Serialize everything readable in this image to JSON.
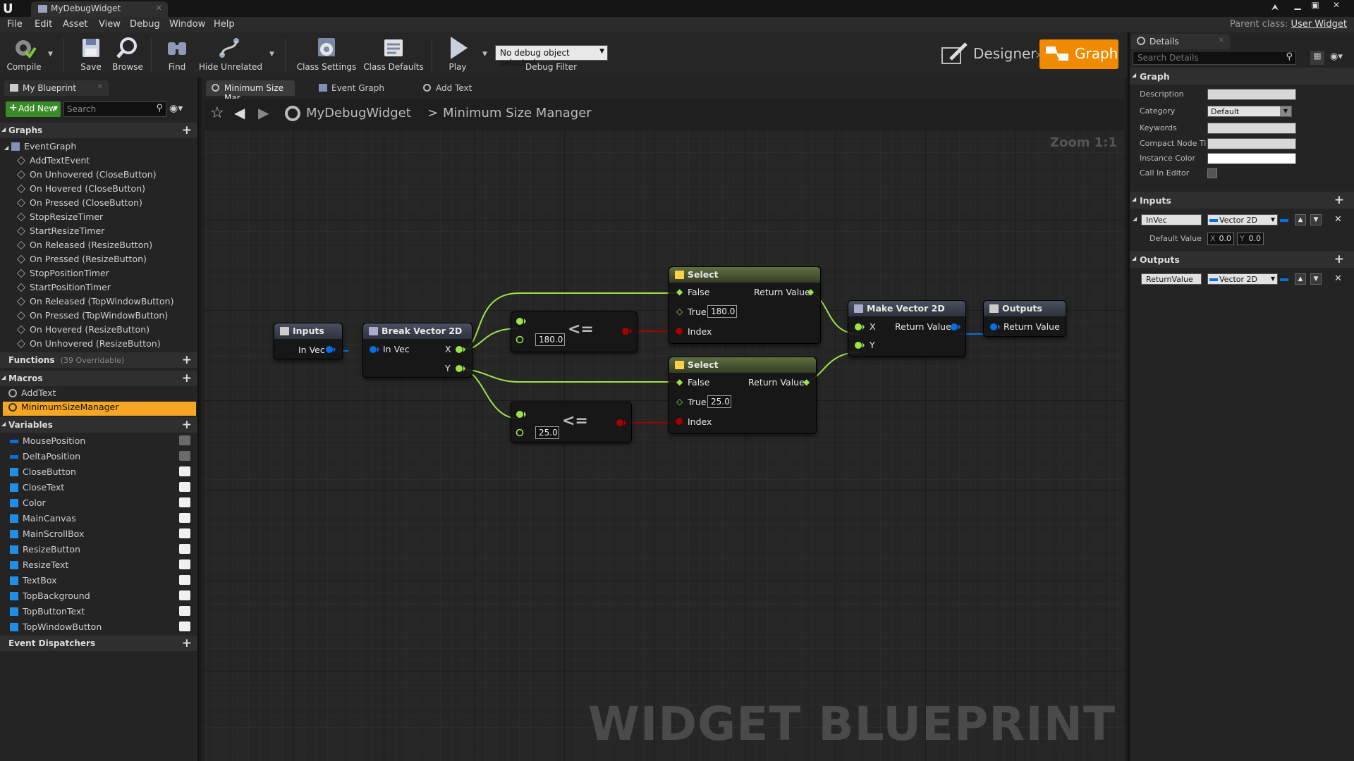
{
  "window": {
    "tab_title": "MyDebugWidget",
    "parent_class_label": "Parent class:",
    "parent_class_value": "User Widget"
  },
  "menu": [
    "File",
    "Edit",
    "Asset",
    "View",
    "Debug",
    "Window",
    "Help"
  ],
  "toolbar": {
    "compile": "Compile",
    "save": "Save",
    "browse": "Browse",
    "find": "Find",
    "hide_unrelated": "Hide Unrelated",
    "class_settings": "Class Settings",
    "class_defaults": "Class Defaults",
    "play": "Play",
    "debug_select": "No debug object selected",
    "debug_filter": "Debug Filter",
    "designer": "Designer",
    "graph": "Graph"
  },
  "my_blueprint": {
    "tab": "My Blueprint",
    "add_new": "Add New",
    "search_placeholder": "Search",
    "graphs_header": "Graphs",
    "event_graph": "EventGraph",
    "events": [
      "AddTextEvent",
      "On Unhovered (CloseButton)",
      "On Hovered (CloseButton)",
      "On Pressed (CloseButton)",
      "StopResizeTimer",
      "StartResizeTimer",
      "On Released (ResizeButton)",
      "On Pressed (ResizeButton)",
      "StopPositionTimer",
      "StartPositionTimer",
      "On Released (TopWindowButton)",
      "On Pressed (TopWindowButton)",
      "On Hovered (ResizeButton)",
      "On Unhovered (ResizeButton)"
    ],
    "functions_header": "Functions",
    "functions_note": "(39 Overridable)",
    "macros_header": "Macros",
    "macros": [
      "AddText",
      "MinimumSizeManager"
    ],
    "variables_header": "Variables",
    "variables": [
      {
        "name": "MousePosition",
        "type": "vector2d",
        "exposed": false
      },
      {
        "name": "DeltaPosition",
        "type": "vector2d",
        "exposed": false
      },
      {
        "name": "CloseButton",
        "type": "widget",
        "exposed": true
      },
      {
        "name": "CloseText",
        "type": "text",
        "exposed": true
      },
      {
        "name": "Color",
        "type": "color",
        "exposed": true
      },
      {
        "name": "MainCanvas",
        "type": "canvas",
        "exposed": true
      },
      {
        "name": "MainScrollBox",
        "type": "scroll",
        "exposed": true
      },
      {
        "name": "ResizeButton",
        "type": "widget",
        "exposed": true
      },
      {
        "name": "ResizeText",
        "type": "text",
        "exposed": true
      },
      {
        "name": "TextBox",
        "type": "textbox",
        "exposed": true
      },
      {
        "name": "TopBackground",
        "type": "widget",
        "exposed": true
      },
      {
        "name": "TopButtonText",
        "type": "text",
        "exposed": true
      },
      {
        "name": "TopWindowButton",
        "type": "widget",
        "exposed": true
      }
    ],
    "dispatchers_header": "Event Dispatchers"
  },
  "graph_tabs": [
    "Minimum Size Mar",
    "Event Graph",
    "Add Text"
  ],
  "breadcrumb": {
    "root": "MyDebugWidget",
    "separator": ">",
    "current": "Minimum Size Manager",
    "zoom": "Zoom 1:1"
  },
  "watermark": "WIDGET BLUEPRINT",
  "nodes": {
    "inputs": {
      "title": "Inputs",
      "pin": "In Vec"
    },
    "break_vector": {
      "title": "Break Vector 2D",
      "in_pin": "In Vec",
      "out_x": "X",
      "out_y": "Y"
    },
    "compare1": {
      "value": "180.0",
      "op": "<="
    },
    "compare2": {
      "value": "25.0",
      "op": "<="
    },
    "select1": {
      "title": "Select",
      "false_pin": "False",
      "true_pin": "True",
      "true_value": "180.0",
      "index_pin": "Index",
      "return_pin": "Return Value"
    },
    "select2": {
      "title": "Select",
      "false_pin": "False",
      "true_pin": "True",
      "true_value": "25.0",
      "index_pin": "Index",
      "return_pin": "Return Value"
    },
    "make_vector": {
      "title": "Make Vector 2D",
      "x_pin": "X",
      "y_pin": "Y",
      "return_pin": "Return Value"
    },
    "outputs": {
      "title": "Outputs",
      "pin": "Return Value"
    }
  },
  "details": {
    "tab": "Details",
    "search_placeholder": "Search Details",
    "graph_section": "Graph",
    "description_label": "Description",
    "category_label": "Category",
    "category_value": "Default",
    "keywords_label": "Keywords",
    "compact_label": "Compact Node Ti",
    "instance_color_label": "Instance Color",
    "call_in_editor_label": "Call In Editor",
    "inputs_section": "Inputs",
    "input_name": "InVec",
    "input_type": "Vector 2D",
    "default_value_label": "Default Value",
    "default_x_label": "X",
    "default_x": "0.0",
    "default_y_label": "Y",
    "default_y": "0.0",
    "outputs_section": "Outputs",
    "output_name": "ReturnValue",
    "output_type": "Vector 2D"
  },
  "colors": {
    "accent_orange": "#f08a00",
    "pin_vector": "#0a6ee0",
    "pin_float": "#9ce34a",
    "pin_bool": "#a30000",
    "wire_float": "#9ce34a"
  }
}
